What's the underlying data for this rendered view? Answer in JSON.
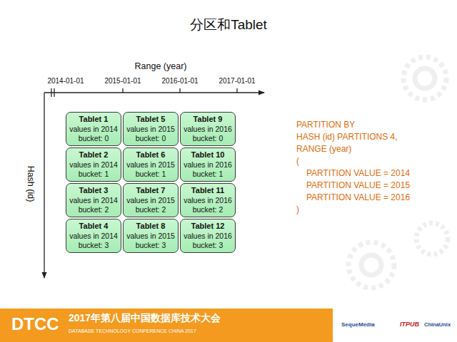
{
  "diagram": {
    "title": "分区和Tablet",
    "nodes": [
      {
        "text": [
          "Tablet 1",
          "values in 2014",
          "bucket: 0"
        ]
      },
      {
        "text": [
          "Tablet 5",
          "values in 2015",
          "bucket: 0"
        ]
      },
      {
        "text": [
          "Tablet 9",
          "values in 2016",
          "bucket: 0"
        ]
      },
      {
        "text": [
          "Tablet 2",
          "values in 2014",
          "bucket: 1"
        ]
      },
      {
        "text": [
          "Tablet 6",
          "values in 2015",
          "bucket: 1"
        ]
      },
      {
        "text": [
          "Tablet 10",
          "values in 2016",
          "bucket: 1"
        ]
      },
      {
        "text": [
          "Tablet 3",
          "values in 2014",
          "bucket: 2"
        ]
      },
      {
        "text": [
          "Tablet 7",
          "values in 2015",
          "bucket: 2"
        ]
      },
      {
        "text": [
          "Tablet 11",
          "values in 2016",
          "bucket: 2"
        ]
      },
      {
        "text": [
          "Tablet 4",
          "values in 2014",
          "bucket: 3"
        ]
      },
      {
        "text": [
          "Tablet 8",
          "values in 2015",
          "bucket: 3"
        ]
      },
      {
        "text": [
          "Tablet 12",
          "values in 2016",
          "bucket: 3"
        ]
      }
    ],
    "labels": [
      "Range (year)",
      "2014-01-01",
      "2015-01-01",
      "2016-01-01",
      "2017-01-01",
      "Hash (id)",
      "PARTITION BY",
      "HASH (id) PARTITIONS 4,",
      "RANGE (year)",
      "(",
      "PARTITION VALUE = 2014",
      "PARTITION VALUE = 2015",
      "PARTITION VALUE = 2016",
      ")",
      "DTCC",
      "2017年第八届中国数据库技术大会",
      "DATABASE TECHNOLOGY CONFERENCE CHINA 2017",
      "SequeMedia",
      "ITPUB",
      "ChinaUnix"
    ]
  }
}
